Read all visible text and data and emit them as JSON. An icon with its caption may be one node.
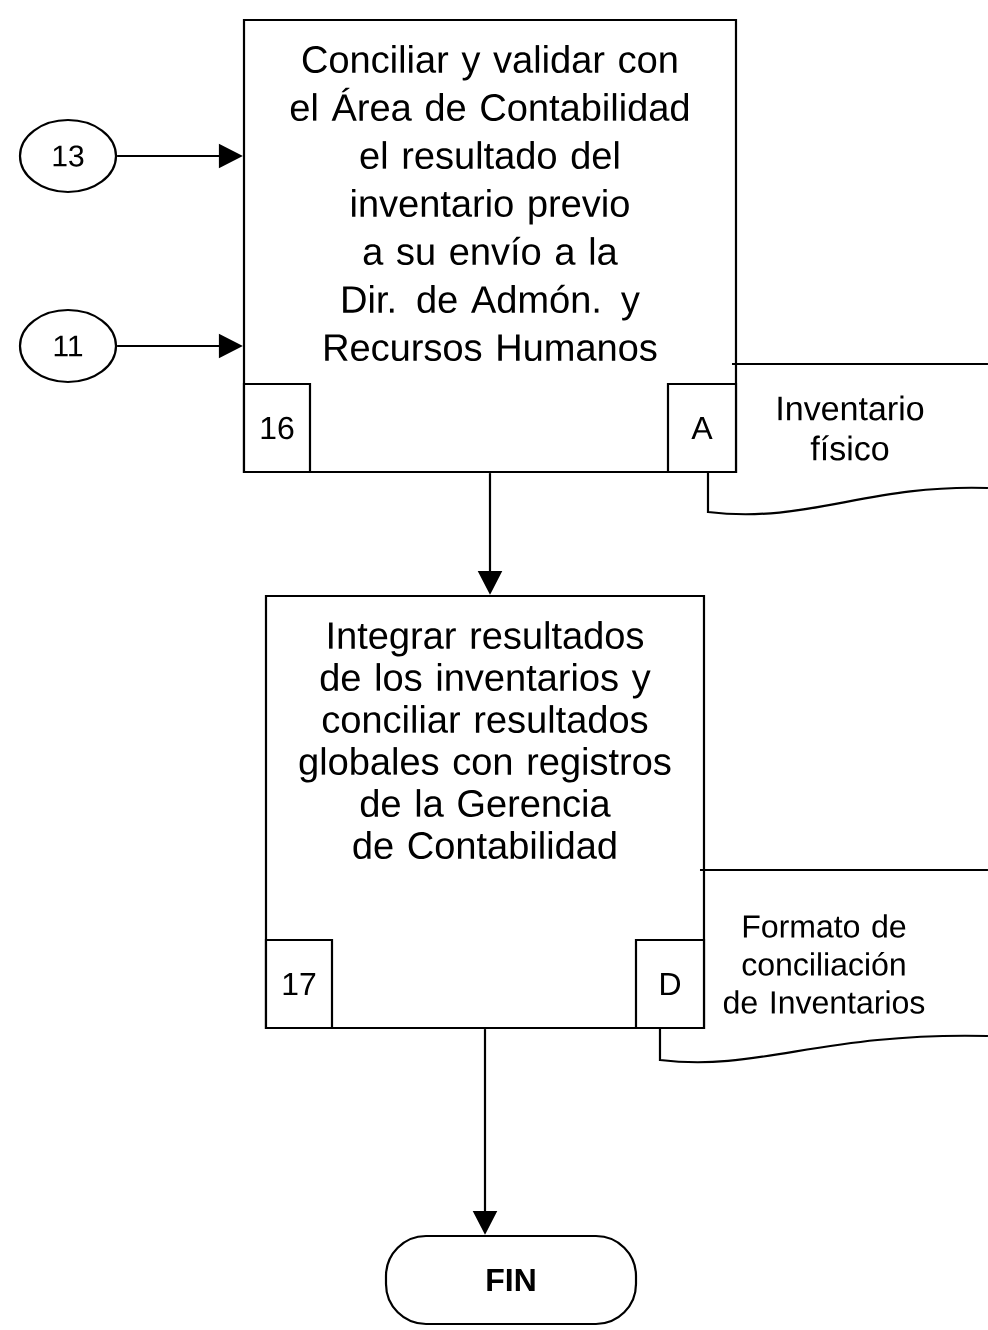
{
  "diagram": {
    "nodes": [
      {
        "text": [
          "13"
        ]
      },
      {
        "text": [
          "11"
        ]
      },
      {
        "text": [
          "Conciliar y validar con el Área de Contabilidad el resultado del inventario previo a su envío a la Dir. de Admón. y Recursos Humanos"
        ]
      },
      {
        "text": [
          "16"
        ],
        "in": 2
      },
      {
        "text": [
          "A"
        ],
        "in": 2
      },
      {
        "text": [
          "Inventario físico"
        ]
      },
      {
        "text": [
          "Integrar resultados de los inventarios y conciliar resultados globales con registros de la Gerencia de Contabilidad"
        ]
      },
      {
        "text": [
          "17"
        ],
        "in": 6
      },
      {
        "text": [
          "D"
        ],
        "in": 6
      },
      {
        "text": [
          "Formato de conciliación de Inventarios"
        ]
      },
      {
        "text": [
          "FIN"
        ]
      }
    ],
    "edges": [
      {
        "from": 0,
        "to": 2,
        "arrow": "to"
      },
      {
        "from": 1,
        "to": 2,
        "arrow": "to"
      },
      {
        "from": 2,
        "to": 6,
        "arrow": "to"
      },
      {
        "from": 6,
        "to": 10,
        "arrow": "to"
      }
    ]
  }
}
